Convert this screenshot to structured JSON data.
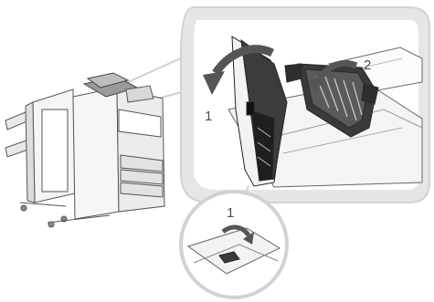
{
  "callouts": {
    "main_step_1": "1",
    "main_step_2": "2",
    "inset_step_1": "1"
  },
  "colors": {
    "callout_background": "#e8e8e8",
    "callout_border": "#d6d6d6",
    "line_art": "#555555",
    "dark_part": "#2b2b2b",
    "arrow_fill": "#555555",
    "body_fill": "#f4f4f4"
  },
  "icons": {
    "rotation_arrow_large": "curved-arrow-left-icon",
    "rotation_arrow_right": "curved-arrow-up-left-icon",
    "rotation_arrow_inset": "curved-arrow-down-icon"
  }
}
